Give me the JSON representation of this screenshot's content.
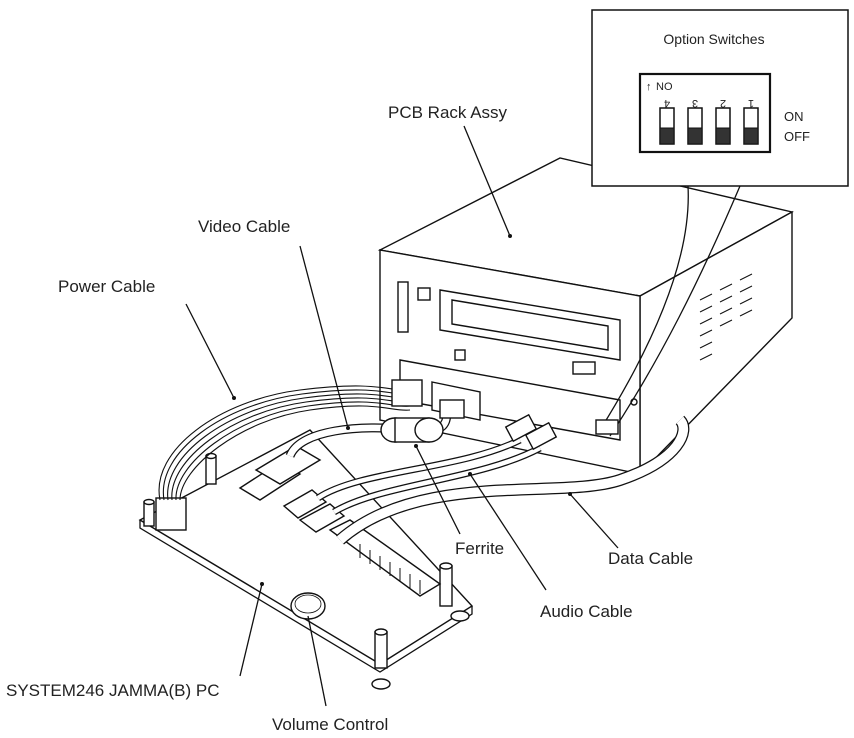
{
  "labels": {
    "option_switches": "Option Switches",
    "pcb_rack": "PCB Rack Assy",
    "video_cable": "Video Cable",
    "power_cable": "Power Cable",
    "ferrite": "Ferrite",
    "data_cable": "Data Cable",
    "audio_cable": "Audio Cable",
    "jamma_pc": "SYSTEM246 JAMMA(B) PC",
    "volume_control": "Volume Control"
  },
  "switch_panel": {
    "no_label": "NO",
    "on_label": "ON",
    "off_label": "OFF",
    "switch_numbers": [
      "4",
      "3",
      "2",
      "1"
    ]
  }
}
